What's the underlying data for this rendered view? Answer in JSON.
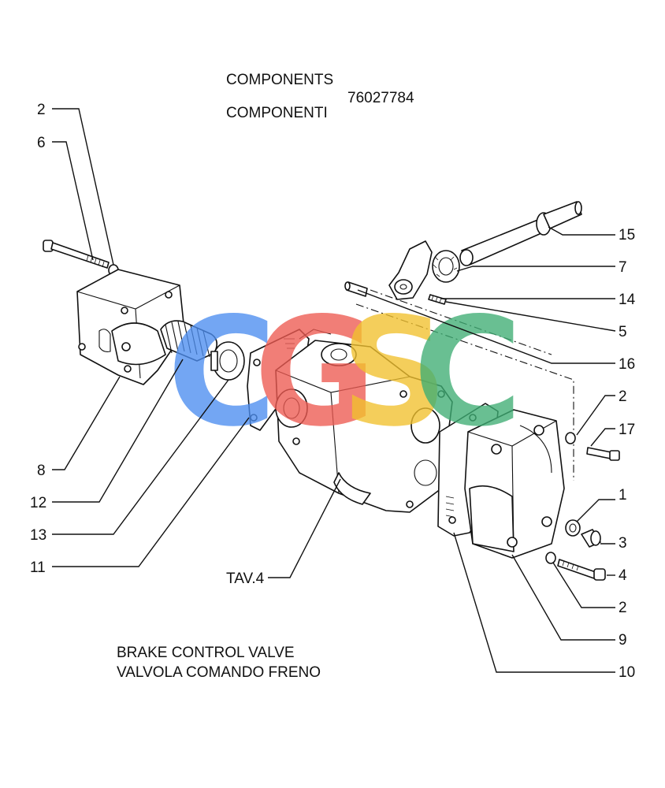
{
  "header": {
    "title_en": "COMPONENTS",
    "title_it": "COMPONENTI",
    "part_number": "76027784"
  },
  "caption": {
    "en": "BRAKE CONTROL VALVE",
    "it": "VALVOLA COMANDO FRENO"
  },
  "reference": "TAV.4",
  "watermark": {
    "letters": [
      "C",
      "G",
      "S",
      "C"
    ],
    "colors": [
      "#4d8ef0",
      "#ee5a52",
      "#f2c12e",
      "#3fae74"
    ]
  },
  "callouts": [
    "2",
    "6",
    "8",
    "12",
    "13",
    "11",
    "15",
    "7",
    "14",
    "5",
    "16",
    "2",
    "17",
    "1",
    "3",
    "4",
    "2",
    "9",
    "10"
  ]
}
